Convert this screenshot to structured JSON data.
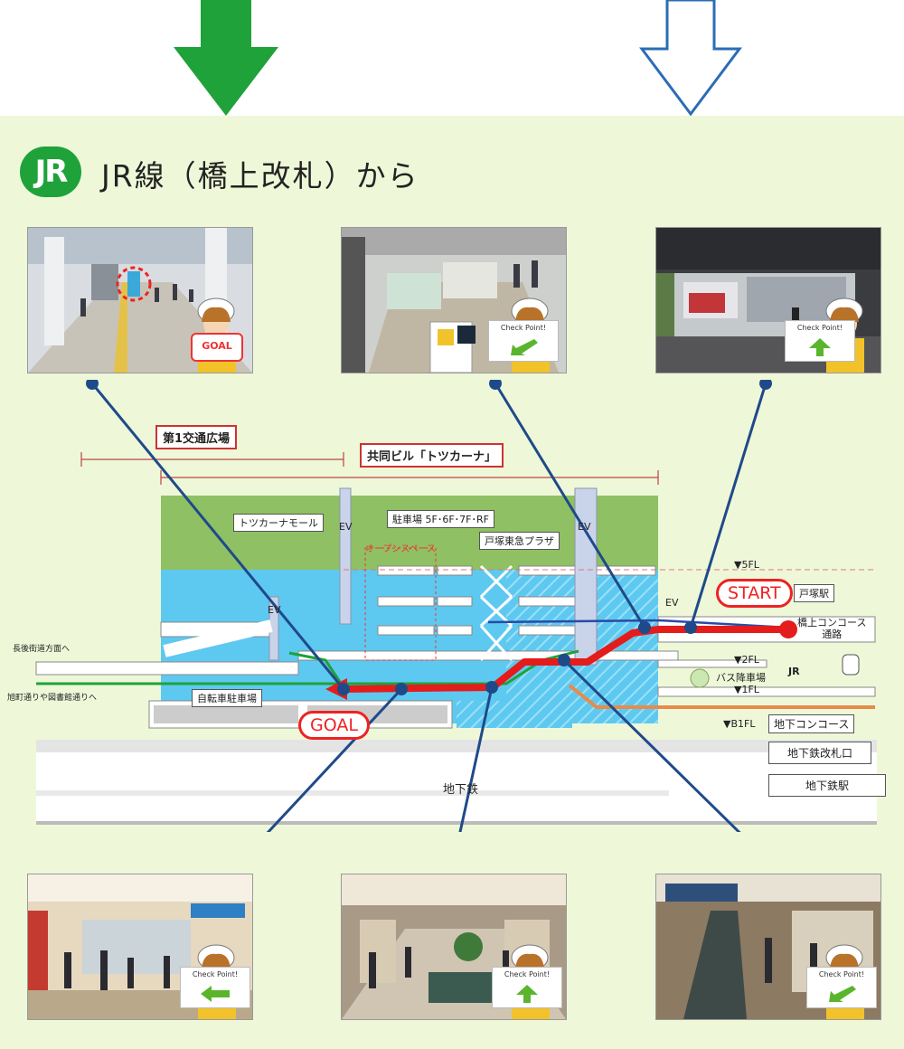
{
  "route_title": "JR線（橋上改札）から",
  "logo": {
    "text": "JR",
    "color": "#1fa23a"
  },
  "arrows": [
    {
      "style": "filled",
      "color": "#1fa23a"
    },
    {
      "style": "outline",
      "color": "#2a6db5"
    }
  ],
  "photos": {
    "top_left": {
      "card": "GOAL"
    },
    "top_mid": {
      "card": "Check Point!",
      "arrow": "down-left"
    },
    "top_right": {
      "card": "Check Point!",
      "arrow": "up"
    },
    "bottom_left": {
      "card": "Check Point!",
      "arrow": "left"
    },
    "bottom_mid": {
      "card": "Check Point!",
      "arrow": "up"
    },
    "bottom_right": {
      "card": "Check Point!",
      "arrow": "down-left"
    }
  },
  "diagram": {
    "plaza_label": "第1交通広場",
    "building_label": "共同ビル「トツカーナ」",
    "mall_label": "トツカーナモール",
    "parking_label": "駐車場 5F･6F･7F･RF",
    "plaza_store_label": "戸塚東急プラザ",
    "open_space_label": "オープンスペース",
    "ev_labels": [
      "EV",
      "EV",
      "EV",
      "EV"
    ],
    "floor_labels": [
      "▼5FL",
      "▼2FL",
      "▼1FL",
      "▼B1FL"
    ],
    "start_label": "START",
    "goal_label": "GOAL",
    "station_label": "戸塚駅",
    "concourse_label": "橋上コンコース\n通路",
    "bus_label": "バス降車場",
    "jr_label": "JR",
    "bike_label": "自転車駐車場",
    "underground_concourse": "地下コンコース",
    "subway_gate": "地下鉄改札口",
    "subway_label": "地下鉄",
    "subway_station": "地下鉄駅",
    "left_label_1": "長後街道方面へ",
    "left_label_2": "旭町通りや図書館通りへ"
  },
  "colors": {
    "panel": "#eef8d8",
    "route_red": "#e41c1c",
    "pointer": "#1f4a8a",
    "green_route": "#1fa23a",
    "orange_route": "#e88a4a",
    "blue_floor": "#5ec9f0",
    "green_upper": "#8fc063"
  }
}
